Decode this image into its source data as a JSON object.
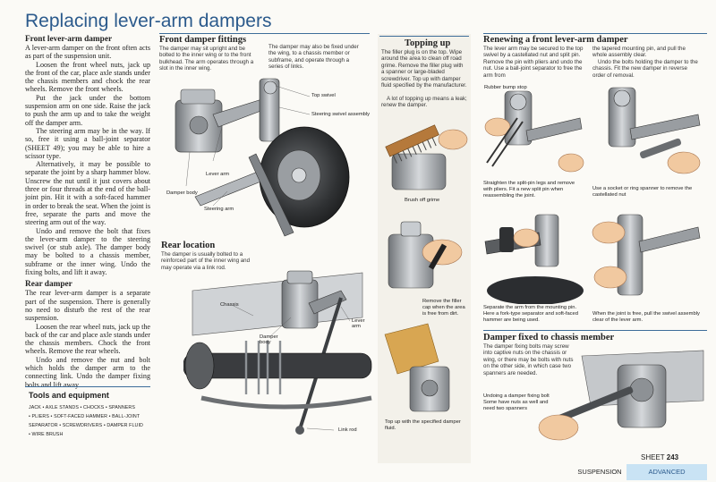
{
  "page": {
    "title": "Replacing lever-arm dampers",
    "sheet_label": "SHEET",
    "sheet_number": "243",
    "footer_section": "SUSPENSION",
    "footer_level": "ADVANCED"
  },
  "col1": {
    "heading_front": "Front lever-arm damper",
    "front_paras": [
      "A lever-arm damper on the front often acts as part of the suspension unit.",
      "Loosen the front wheel nuts, jack up the front of the car, place axle stands under the chassis members and chock the rear wheels. Remove the front wheels.",
      "Put the jack under the bottom suspension arm on one side. Raise the jack to push the arm up and to take the weight off the damper arm.",
      "The steering arm may be in the way. If so, free it using a ball-joint separator (SHEET 49); you may be able to hire a scissor type.",
      "Alternatively, it may be possible to separate the joint by a sharp hammer blow. Unscrew the nut until it just covers about three or four threads at the end of the ball-joint pin. Hit it with a soft-faced hammer in order to break the seat. When the joint is free, separate the parts and move the steering arm out of the way.",
      "Undo and remove the bolt that fixes the lever-arm damper to the steering swivel (or stub axle). The damper body may be bolted to a chassis member, subframe or the inner wing. Undo the fixing bolts, and lift it away."
    ],
    "heading_rear": "Rear damper",
    "rear_paras": [
      "The rear lever-arm damper is a separate part of the suspension. There is generally no need to disturb the rest of the rear suspension.",
      "Loosen the rear wheel nuts, jack up the back of the car and place axle stands under the chassis members. Chock the front wheels. Remove the rear wheels.",
      "Undo and remove the nut and bolt which holds the damper arm to the connecting link. Undo the damper fixing bolts and lift away."
    ],
    "tools_title": "Tools and equipment",
    "tools_lines": [
      "JACK  •  AXLE STANDS  •  CHOCKS  •  SPANNERS",
      "•  PLIERS  •  SOFT-FACED HAMMER  •  BALL-JOINT",
      "SEPARATOR  •  SCREWDRIVERS  •  DAMPER FLUID",
      "•  WIRE BRUSH"
    ]
  },
  "col2": {
    "heading": "Front damper fittings",
    "text_a": "The damper may sit upright and be bolted to the inner wing or to the front bulkhead. The arm operates through a slot in the inner wing.",
    "text_b": "The damper may also be fixed under the wing, to a chassis member or subframe, and operate through a series of links.",
    "labels": {
      "top_swivel": "Top swivel",
      "steering_swivel": "Steering swivel assembly",
      "lever_arm": "Lever arm",
      "damper_body": "Damper body",
      "steering_arm": "Steering arm"
    },
    "rear_heading": "Rear location",
    "rear_text": "The damper is usually bolted to a reinforced part of the inner wing and may operate via a link rod.",
    "rear_labels": {
      "chassis": "Chassis",
      "damper_body": "Damper body",
      "lever_arm": "Lever arm",
      "link_rod": "Link rod"
    }
  },
  "col3": {
    "heading": "Topping up",
    "text": "The filler plug is on the top. Wipe around the area to clean off road grime. Remove the filler plug with a spanner or large-bladed screwdriver. Top up with damper fluid specified by the manufacturer.",
    "text2": "A lot of topping up means a leak; renew the damper.",
    "brush_label": "Brush off grime",
    "filler_label": "Remove the filler cap when the area is free from dirt.",
    "topup_label": "Top up with the specified damper fluid."
  },
  "col4": {
    "heading": "Renewing a front lever-arm damper",
    "text_a": "The lever arm may be secured to the top swivel by a castellated nut and split pin. Remove the pin with pliers and undo the nut. Use a ball-joint separator to free the arm from",
    "text_b": "the tapered mounting pin, and pull the whole assembly clear.",
    "text_c": "Undo the bolts holding the damper to the chassis. Fit the new damper in reverse order of removal.",
    "bump_stop": "Rubber bump stop",
    "cap1": "Straighten the split-pin legs and remove with pliers. Fit a new split pin when reassembling the joint.",
    "cap2": "Use a socket or ring spanner to remove the castellated nut",
    "cap3": "Separate the arm from the mounting pin. Here a fork-type separator and soft-faced hammer are being used.",
    "cap4": "When the joint is free, pull the swivel assembly clear of the lever arm.",
    "fixed_heading": "Damper fixed to chassis member",
    "fixed_text": "The damper fixing bolts may screw into captive nuts on the chassis or wing, or there may be bolts with nuts on the other side, in which case two spanners are needed.",
    "fixed_cap": "Undoing a damper fixing bolt Some have nuts as well and need two spanners"
  },
  "colors": {
    "title_blue": "#2b5a8c",
    "rule_blue": "#3d6d9a",
    "footer_tab": "#c9e3f4",
    "metal": "#9ea3a8",
    "dark_metal": "#55585c",
    "skin": "#f1c9a0"
  }
}
